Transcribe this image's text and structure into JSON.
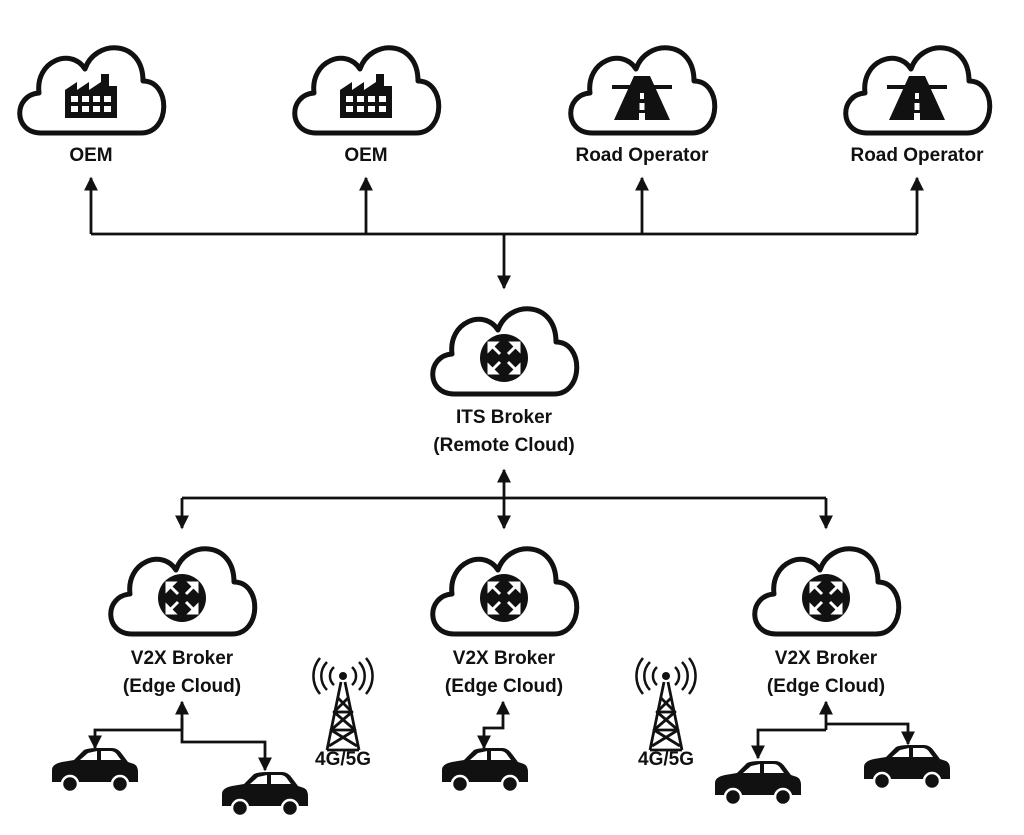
{
  "top_nodes": [
    {
      "label": "OEM",
      "icon": "factory-icon"
    },
    {
      "label": "OEM",
      "icon": "factory-icon"
    },
    {
      "label": "Road Operator",
      "icon": "highway-icon"
    },
    {
      "label": "Road Operator",
      "icon": "highway-icon"
    }
  ],
  "its_broker": {
    "line1": "ITS Broker",
    "line2": "(Remote Cloud)",
    "icon": "router-icon"
  },
  "edge_brokers": [
    {
      "line1": "V2X Broker",
      "line2": "(Edge Cloud)",
      "icon": "router-icon"
    },
    {
      "line1": "V2X Broker",
      "line2": "(Edge Cloud)",
      "icon": "router-icon"
    },
    {
      "line1": "V2X Broker",
      "line2": "(Edge Cloud)",
      "icon": "router-icon"
    }
  ],
  "towers": [
    {
      "label": "4G/5G",
      "icon": "cell-tower-icon"
    },
    {
      "label": "4G/5G",
      "icon": "cell-tower-icon"
    }
  ],
  "vehicles": {
    "icon": "car-icon",
    "count": 5
  }
}
